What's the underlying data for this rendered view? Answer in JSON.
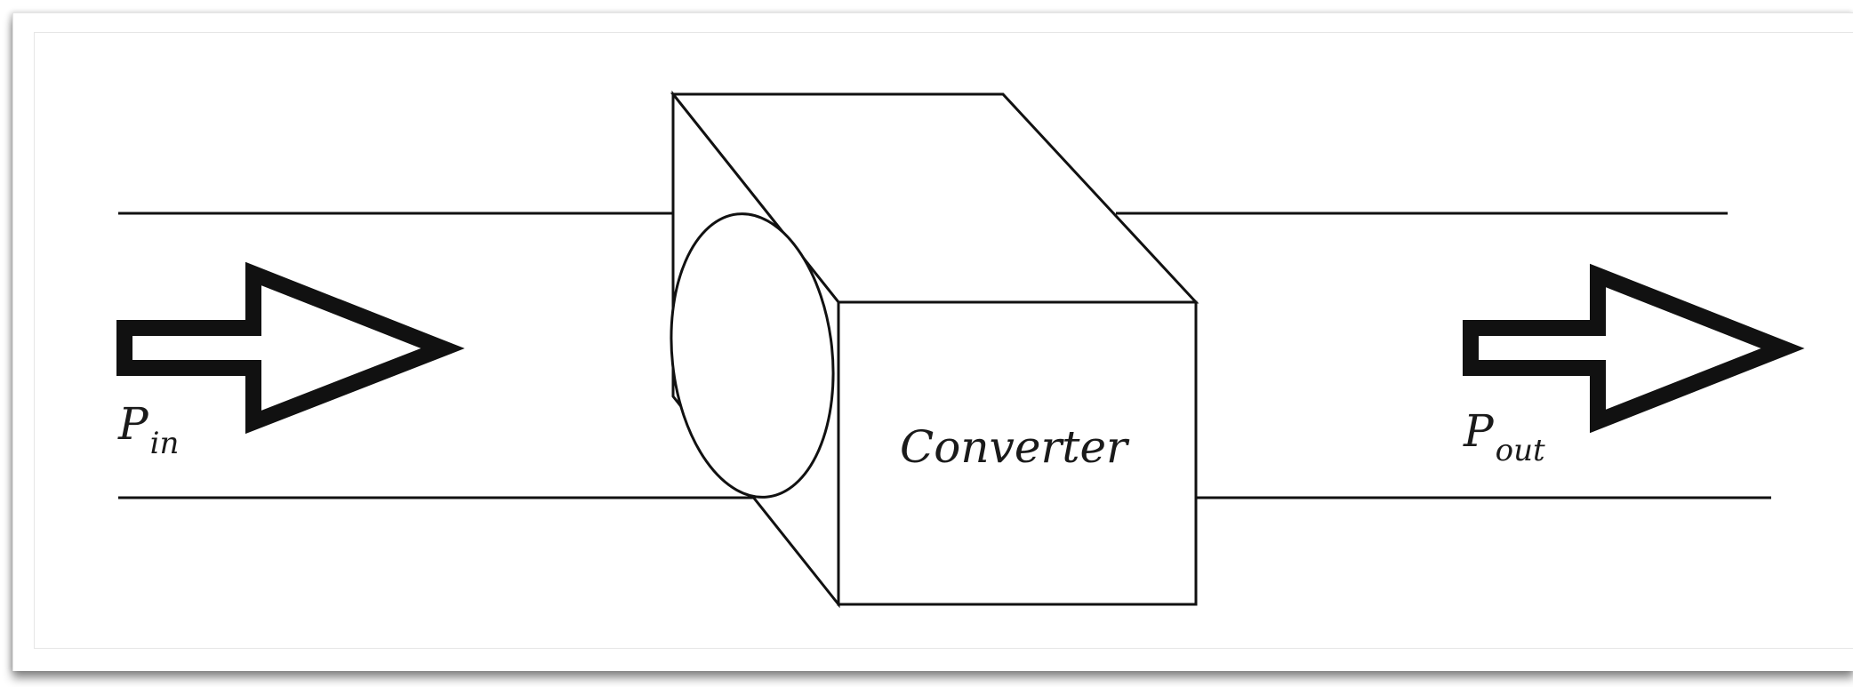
{
  "diagram": {
    "input_label": {
      "main": "P",
      "sub": "in"
    },
    "output_label": {
      "main": "P",
      "sub": "out"
    },
    "block_label": "Converter"
  }
}
